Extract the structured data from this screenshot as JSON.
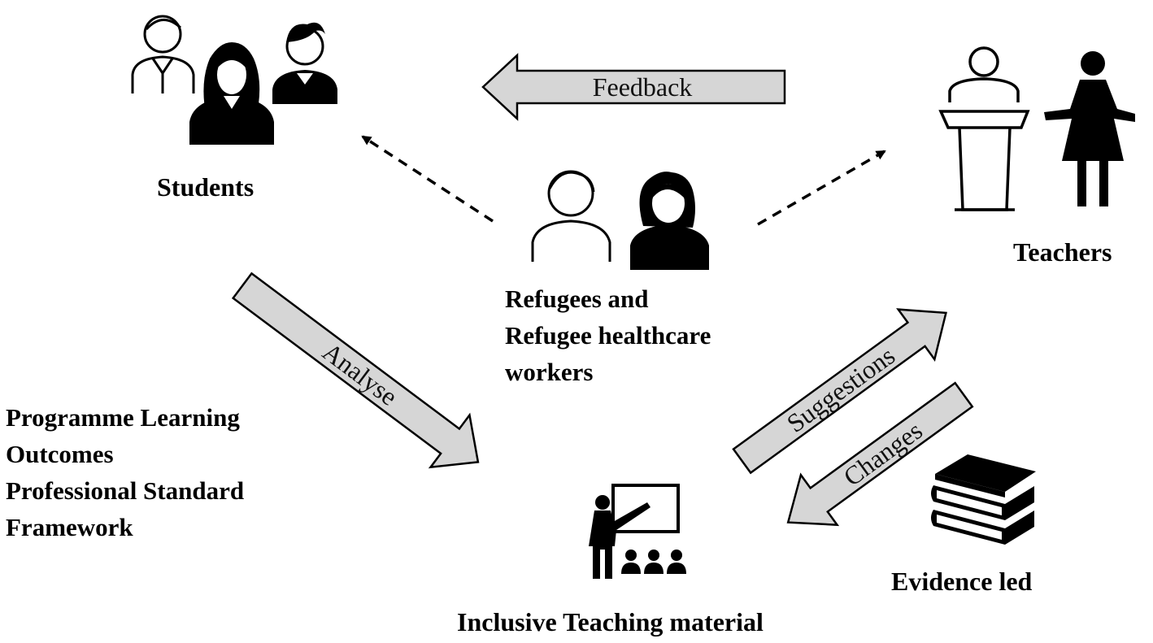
{
  "groups": {
    "students": "Students",
    "teachers": "Teachers",
    "refugees": [
      "Refugees and",
      "Refugee healthcare",
      "workers"
    ],
    "frameworks": [
      "Programme Learning",
      "Outcomes",
      "Professional Standard",
      "Framework"
    ],
    "material": "Inclusive Teaching material",
    "evidence": "Evidence led"
  },
  "flows": {
    "feedback": "Feedback",
    "analyse": "Analyse",
    "suggestions": "Suggestions",
    "changes": "Changes"
  },
  "icons": [
    "students-icon",
    "teachers-icon",
    "refugees-icon",
    "classroom-icon",
    "books-icon"
  ],
  "colors": {
    "arrow_fill": "#d6d6d6",
    "ink": "#000000"
  }
}
